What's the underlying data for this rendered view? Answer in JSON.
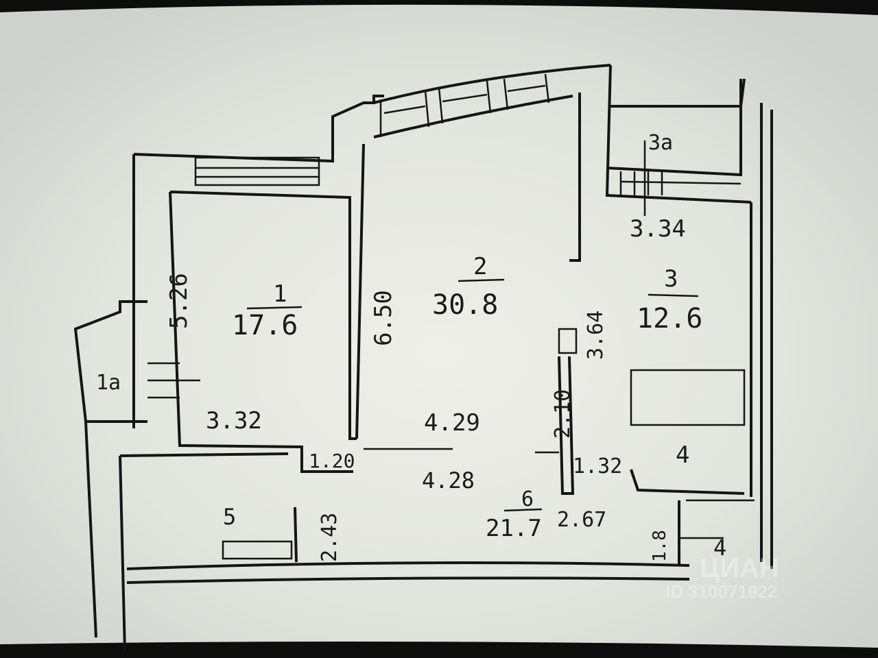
{
  "plan": {
    "rooms": [
      {
        "id": "1",
        "number": "1",
        "area": "17.6"
      },
      {
        "id": "2",
        "number": "2",
        "area": "30.8"
      },
      {
        "id": "3",
        "number": "3",
        "area": "12.6"
      },
      {
        "id": "6",
        "number": "6",
        "area": "21.7"
      }
    ],
    "labels": {
      "room_1a": "1a",
      "room_3a": "3a",
      "room_4": "4",
      "room_5": "5",
      "room_4_small": "4"
    },
    "dimensions": {
      "d_526": "5.26",
      "d_332": "3.32",
      "d_650": "6.50",
      "d_429": "4.29",
      "d_334": "3.34",
      "d_364": "3.64",
      "d_210": "2.10",
      "d_120": "1.20",
      "d_243": "2.43",
      "d_428": "4.28",
      "d_132": "1.32",
      "d_267": "2.67",
      "d_180": "1.8"
    },
    "watermark": {
      "brand": "ЦИАН",
      "id_text": "ID 310071922"
    },
    "colors": {
      "paper": "#e4e6e0",
      "ink": "#151515",
      "screen_border": "#0d0d0d"
    }
  }
}
